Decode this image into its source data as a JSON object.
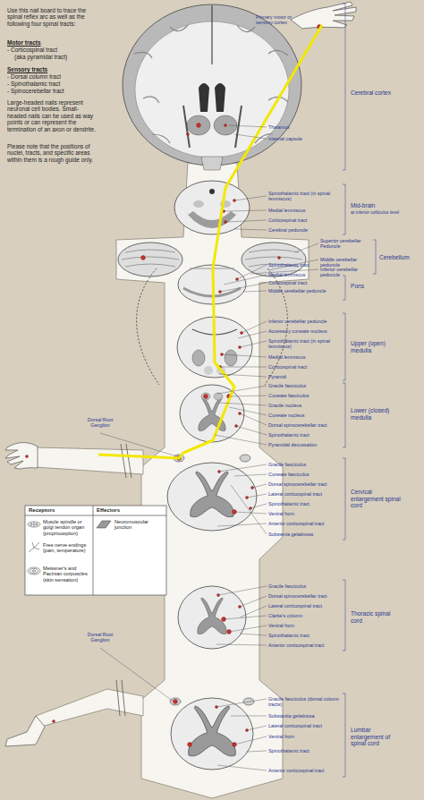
{
  "diagram": {
    "labels": [
      "Use this nail board to trace the spinal reflex arc as well as the following four spinal tracts:",
      "Motor tracts",
      "- Corticospinal tract",
      "(aka pyramidal tract)",
      "Sensory tracts",
      "- Dorsal column tract",
      "- Spinothalamic tract",
      "- Spinocerebellar tract",
      "Large-headed nails represent neuronal cell bodies. Small-headed nails can be used as way points or can represent the termination of an axon or dendrite.",
      "Please note that the positions of nuclei, tracts, and specific areas within them is a rough guide only.",
      "Primary motor or sensory cortex",
      "Thalamus",
      "Internal capsule",
      "Cerebral cortex",
      "Spinothalamic tract (in spinal lemniscus)",
      "Medial lemniscus",
      "Corticospinal tract",
      "Cerebral peduncle",
      "Mid-brain",
      "at inferior colliculus level",
      "Superior cerebellar Peduncle",
      "Middle cerebellar peduncle",
      "Inferior cerebellar peduncle",
      "Cerebellum",
      "Spinothalamic tract",
      "Medial lemniscus",
      "Corticospinal tract",
      "Middle cerebellar peduncle",
      "Pons",
      "Inferior cerebellar peduncle",
      "Accessory cuneate nucleus",
      "Spinothalamic tract (in spinal lemniscus)",
      "Medial lemniscus",
      "Corticospinal tract",
      "Pyramid",
      "Upper (open) medulla",
      "Gracile fasciculus",
      "Cuneate fasciculus",
      "Gracile nucleus",
      "Cuneate nucleus",
      "Dorsal spinocerebellar tract",
      "Spinothalamic tract",
      "Pyramidal decussation",
      "Lower (closed) medulla",
      "Dorsal Root Ganglion",
      "Gracile fasciculus",
      "Cuneate fasciculus",
      "Dorsal spinocerebellar tract",
      "Lateral corticospinal tract",
      "Spinothalamic tract",
      "Ventral horn",
      "Anterior corticospinal tract",
      "Substenia gelatinosa",
      "Cervical enlargement spinal cord",
      "Receptors",
      "Effectors",
      "Gracile fasciculus",
      "Dorsal spinocerebellar tract",
      "Lateral corticospinal tract",
      "Clarke's column",
      "Ventral horn",
      "Spinothalamic tract",
      "Anterior corticospinal tract",
      "Thoracic spinal cord",
      "Dorsal Root Ganglion",
      "Gracile fasciculus (dorsal column tracts)",
      "Substantia gelatinosa",
      "Lateral corticospinal tract",
      "Ventral horn",
      "Spinothalamic tract",
      "Anterior corticospinal tract",
      "Lumbar enlargement of spinal cord"
    ],
    "legend": [
      {
        "text": "Muscle spindle or golgi tendon organ (proprioception)"
      },
      {
        "text": "Free nerve endings (pain, temperature)"
      },
      {
        "text": "Meissner's and Pacinian corpuscles (skin sensation)"
      },
      {
        "text": "Neuromuscular junction"
      }
    ]
  }
}
